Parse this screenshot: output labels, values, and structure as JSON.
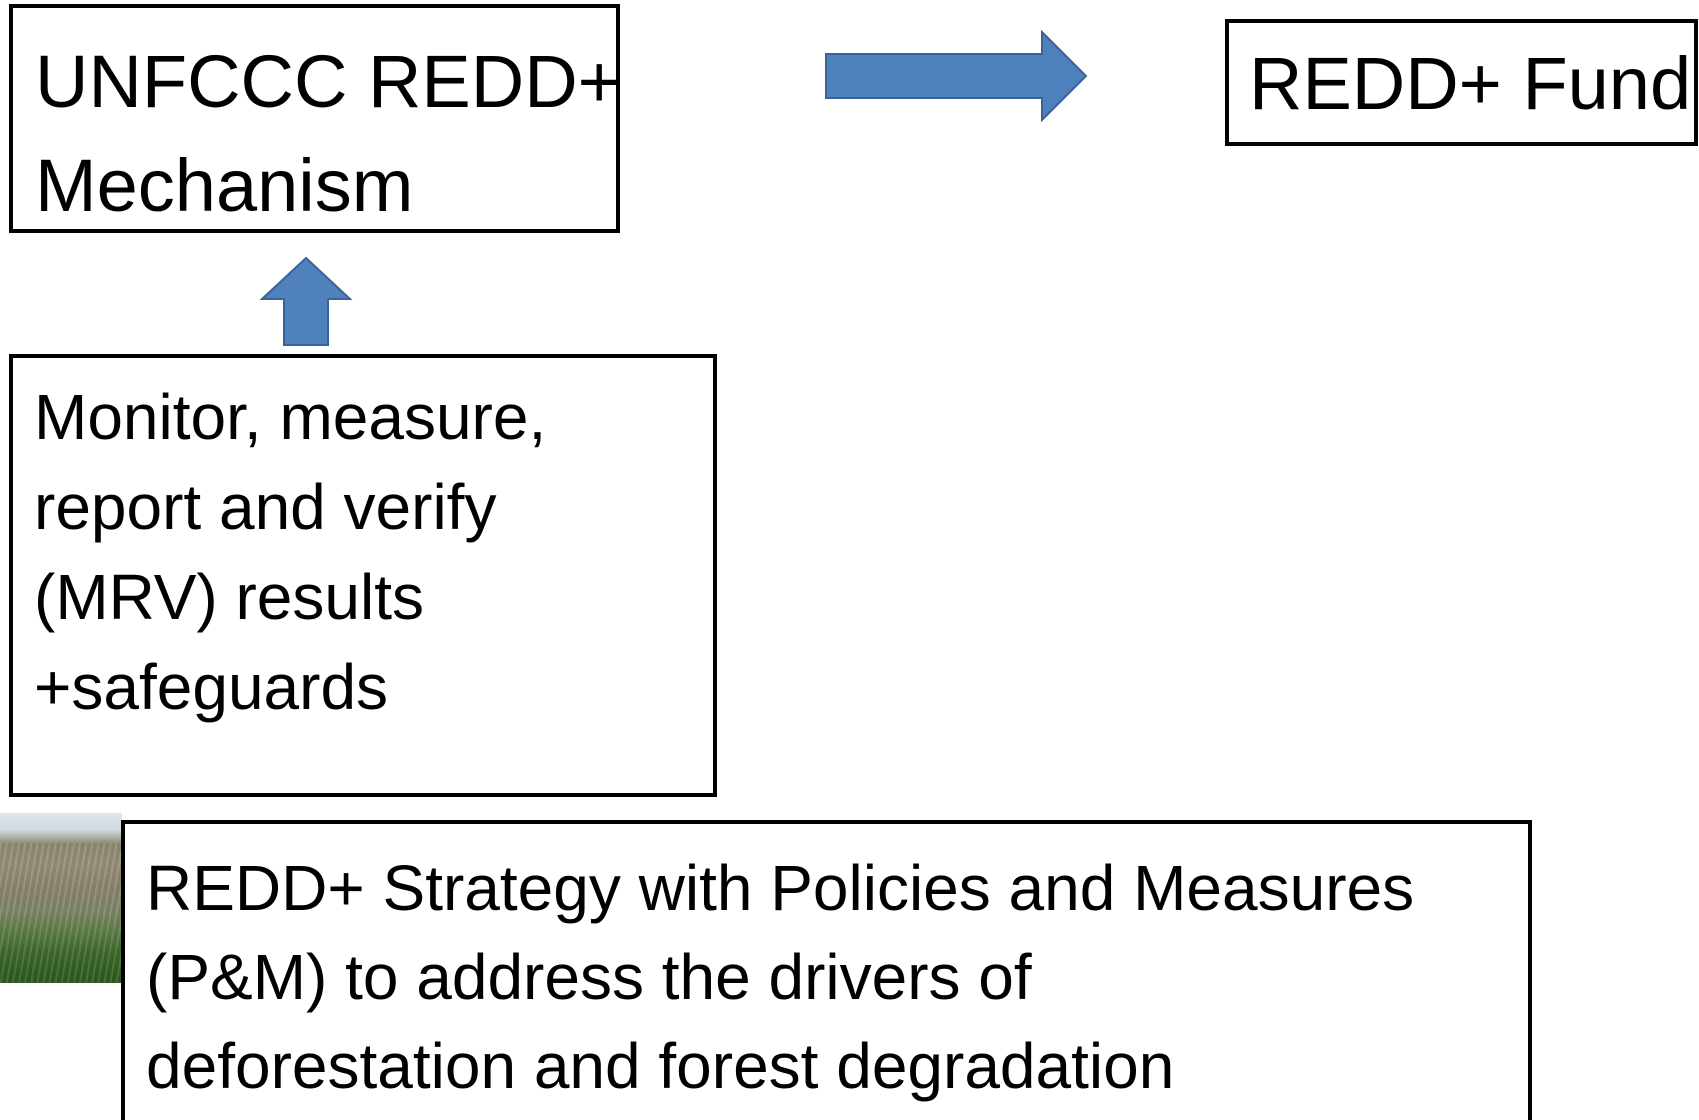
{
  "diagram": {
    "mechanism_box": {
      "lines": [
        "UNFCCC REDD+",
        "Mechanism"
      ]
    },
    "fund_box": {
      "lines": [
        "REDD+ Fund"
      ]
    },
    "mrv_box": {
      "lines": [
        "Monitor, measure,",
        "report and verify",
        "(MRV) results",
        "+safeguards"
      ]
    },
    "strategy_box": {
      "lines": [
        "REDD+ Strategy with Policies and Measures",
        "(P&M) to address the drivers of",
        "deforestation and forest degradation"
      ]
    },
    "arrows": {
      "fill_color": "#4f81bd",
      "stroke_color": "#3a6396"
    },
    "photo": {
      "icon": "forest-plantation-photo"
    }
  }
}
